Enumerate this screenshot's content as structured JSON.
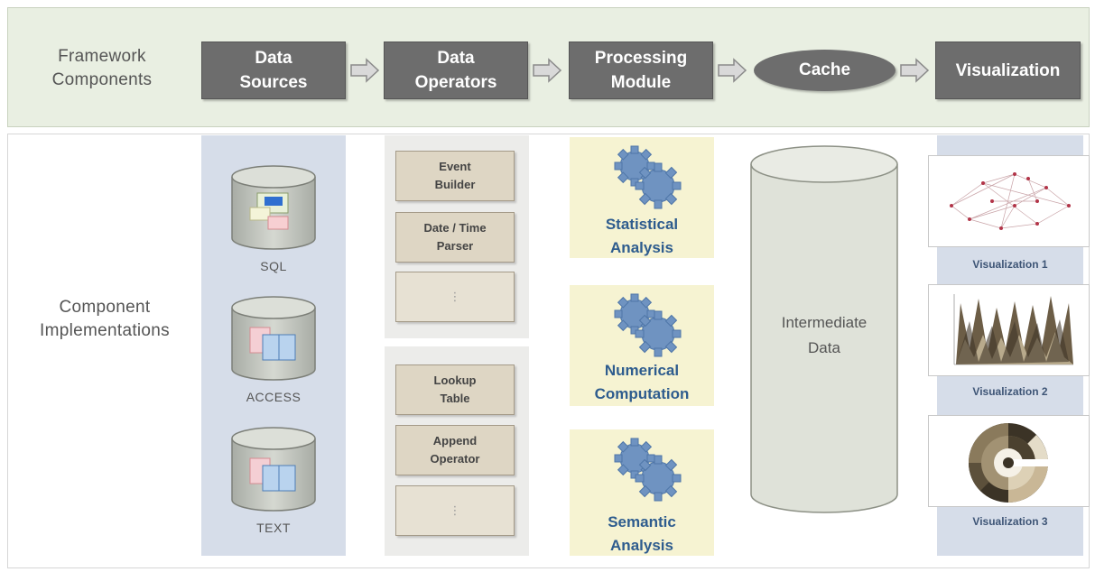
{
  "framework_row": {
    "label_line1": "Framework",
    "label_line2": "Components",
    "components": [
      {
        "line1": "Data",
        "line2": "Sources"
      },
      {
        "line1": "Data",
        "line2": "Operators"
      },
      {
        "line1": "Processing",
        "line2": "Module"
      },
      {
        "line1": "Cache",
        "line2": ""
      },
      {
        "line1": "Visualization",
        "line2": ""
      }
    ]
  },
  "implementation_row": {
    "label_line1": "Component",
    "label_line2": "Implementations"
  },
  "data_sources": [
    "SQL",
    "ACCESS",
    "TEXT"
  ],
  "data_operators": {
    "group1": [
      {
        "line1": "Event",
        "line2": "Builder"
      },
      {
        "line1": "Date / Time",
        "line2": "Parser"
      },
      {
        "line1": "⋮",
        "line2": ""
      }
    ],
    "group2": [
      {
        "line1": "Lookup",
        "line2": "Table"
      },
      {
        "line1": "Append",
        "line2": "Operator"
      },
      {
        "line1": "⋮",
        "line2": ""
      }
    ]
  },
  "processing_modules": [
    {
      "line1": "Statistical",
      "line2": "Analysis"
    },
    {
      "line1": "Numerical",
      "line2": "Computation"
    },
    {
      "line1": "Semantic",
      "line2": "Analysis"
    }
  ],
  "cache": {
    "line1": "Intermediate",
    "line2": "Data"
  },
  "visualizations": [
    "Visualization 1",
    "Visualization 2",
    "Visualization 3"
  ],
  "colors": {
    "framework_box": "#6d6d6d",
    "processing_text": "#2e5c8e",
    "gear": "#6f93c1",
    "top_band": "#e9efe2"
  }
}
